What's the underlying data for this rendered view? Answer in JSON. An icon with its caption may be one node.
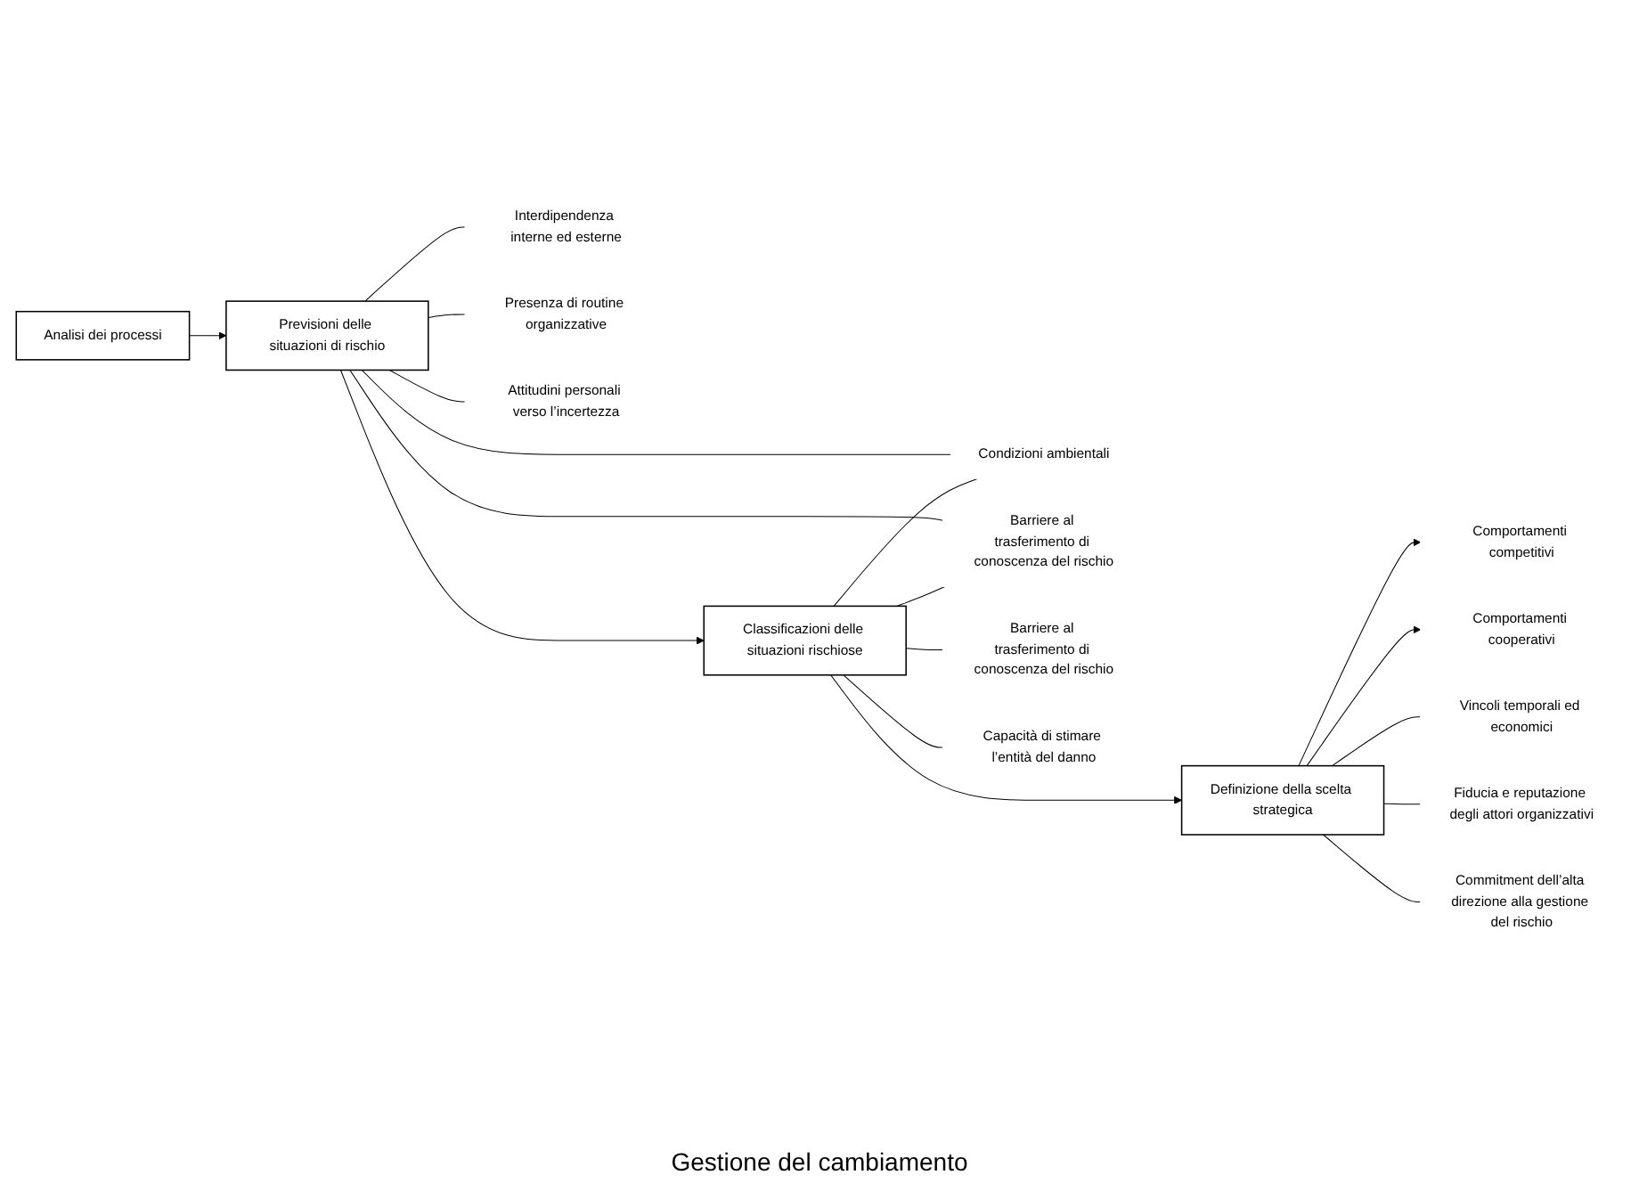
{
  "diagram": {
    "nodes": [
      {
        "text": [
          "Analisi dei processi"
        ]
      },
      {
        "text": [
          "Comportamenti competitivi"
        ]
      },
      {
        "text": [
          "Comportamenti cooperativi"
        ]
      },
      {
        "text": [
          "Previsioni delle situazioni di rischio"
        ]
      },
      {
        "text": [
          "Classificazioni delle situazioni rischiose"
        ]
      },
      {
        "text": [
          "Definizione della scelta strategica"
        ]
      },
      {
        "text": [
          "Condizioni ambientali"
        ]
      },
      {
        "text": [
          "Barriere al trasferimento di conoscenza del rischio"
        ]
      },
      {
        "text": [
          "Interdipendenza interne ed esterne"
        ]
      },
      {
        "text": [
          "Presenza di routine organizzative"
        ]
      },
      {
        "text": [
          "Attitudini personali verso l’incertezza"
        ]
      },
      {
        "text": [
          "Barriere al trasferimento di conoscenza del rischio"
        ]
      },
      {
        "text": [
          "Capacità di stimare l’entità del danno"
        ]
      },
      {
        "text": [
          "Vincoli temporali ed economici"
        ]
      },
      {
        "text": [
          "Fiducia e reputazione degli attori organizzativi"
        ]
      },
      {
        "text": [
          "Commitment dell’alta direzione alla gestione del rischio"
        ]
      }
    ],
    "edges": [
      {
        "from": 0,
        "to": 3,
        "arrow": "to"
      },
      {
        "from": 3,
        "to": 4,
        "arrow": "to"
      },
      {
        "from": 4,
        "to": 5,
        "arrow": "to"
      },
      {
        "from": 5,
        "to": 1,
        "arrow": "to"
      },
      {
        "from": 5,
        "to": 2,
        "arrow": "to"
      },
      {
        "from": 3,
        "to": 6,
        "arrow": "none"
      },
      {
        "from": 3,
        "to": 7,
        "arrow": "none"
      },
      {
        "from": 3,
        "to": 8,
        "arrow": "none"
      },
      {
        "from": 3,
        "to": 9,
        "arrow": "none"
      },
      {
        "from": 3,
        "to": 10,
        "arrow": "none"
      },
      {
        "from": 4,
        "to": 6,
        "arrow": "none"
      },
      {
        "from": 4,
        "to": 7,
        "arrow": "none"
      },
      {
        "from": 4,
        "to": 11,
        "arrow": "none"
      },
      {
        "from": 4,
        "to": 12,
        "arrow": "none"
      },
      {
        "from": 5,
        "to": 13,
        "arrow": "none"
      },
      {
        "from": 5,
        "to": 14,
        "arrow": "none"
      },
      {
        "from": 5,
        "to": 15,
        "arrow": "none"
      }
    ],
    "labels": [
      "Gestione del cambiamento"
    ]
  }
}
